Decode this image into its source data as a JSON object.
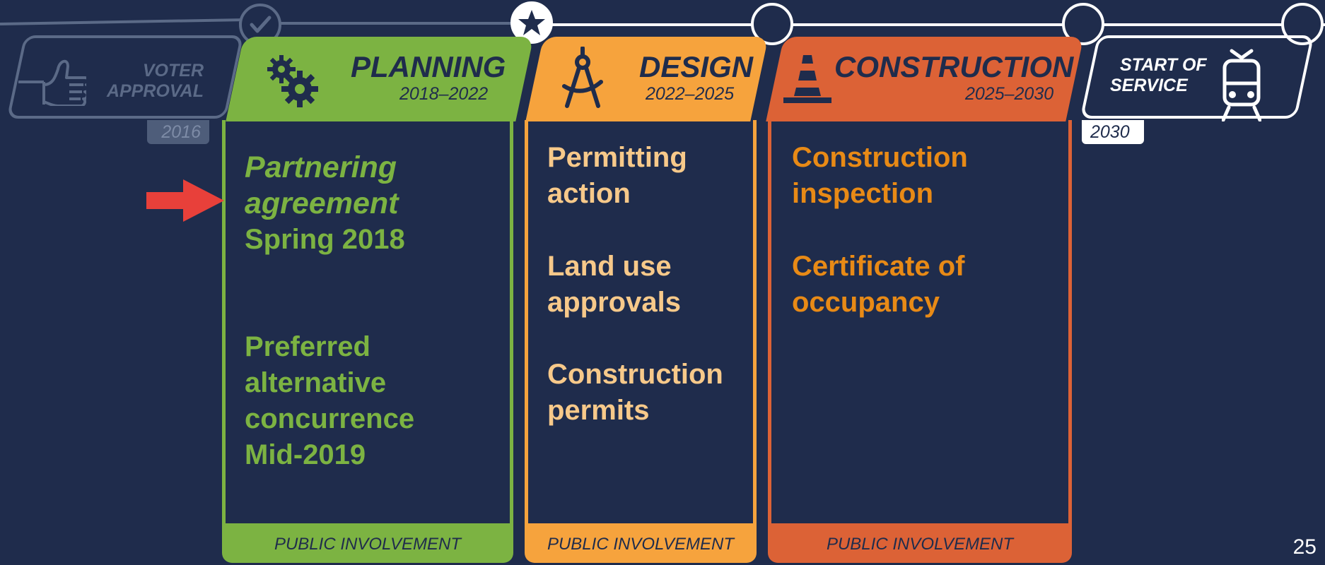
{
  "milestones": {
    "voter_approval": {
      "label_line1": "VOTER",
      "label_line2": "APPROVAL",
      "year": "2016",
      "icon": "thumbs-up-icon"
    },
    "start_of_service": {
      "label_line1": "START OF",
      "label_line2": "SERVICE",
      "year": "2030",
      "icon": "tram-icon"
    }
  },
  "phases": {
    "planning": {
      "title": "PLANNING",
      "years": "2018–2022",
      "icon": "gears-icon",
      "color": "#7cb342",
      "items": [
        {
          "line1": "Partnering",
          "line2": "agreement",
          "line3": "Spring 2018"
        },
        {
          "line1": "Preferred",
          "line2": "alternative",
          "line3": "concurrence",
          "line4": "Mid-2019"
        }
      ],
      "footer": "PUBLIC INVOLVEMENT"
    },
    "design": {
      "title": "DESIGN",
      "years": "2022–2025",
      "icon": "compass-icon",
      "color": "#f6a33d",
      "items": [
        {
          "line1": "Permitting",
          "line2": "action"
        },
        {
          "line1": "Land use",
          "line2": "approvals"
        },
        {
          "line1": "Construction",
          "line2": "permits"
        }
      ],
      "footer": "PUBLIC INVOLVEMENT"
    },
    "construction": {
      "title": "CONSTRUCTION",
      "years": "2025–2030",
      "icon": "traffic-cone-icon",
      "color": "#dc6236",
      "items": [
        {
          "line1": "Construction",
          "line2": "inspection"
        },
        {
          "line1": "Certificate of",
          "line2": "occupancy"
        }
      ],
      "footer": "PUBLIC INVOLVEMENT"
    }
  },
  "colors": {
    "background": "#1f2c4c",
    "arrow": "#e8403a",
    "muted": "#5b6a87",
    "design_text": "#f7c98a",
    "construction_text": "#e88a16"
  },
  "page_number": "25"
}
